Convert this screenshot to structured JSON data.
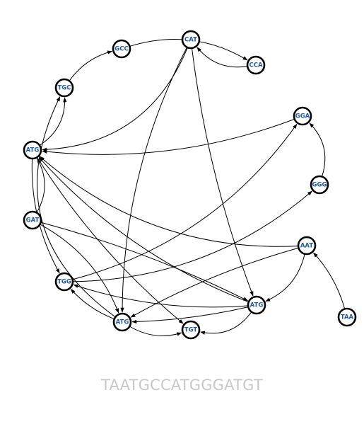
{
  "graph": {
    "nodes": [
      {
        "id": "GCC",
        "label": "GCC"
      },
      {
        "id": "CAT",
        "label": "CAT"
      },
      {
        "id": "CCA",
        "label": "CCA"
      },
      {
        "id": "TGC",
        "label": "TGC"
      },
      {
        "id": "GGA",
        "label": "GGA"
      },
      {
        "id": "ATG1",
        "label": "ATG"
      },
      {
        "id": "GGG",
        "label": "GGG"
      },
      {
        "id": "GAT",
        "label": "GAT"
      },
      {
        "id": "AAT",
        "label": "AAT"
      },
      {
        "id": "TGG",
        "label": "TGG"
      },
      {
        "id": "ATG3",
        "label": "ATG"
      },
      {
        "id": "ATG2",
        "label": "ATG"
      },
      {
        "id": "TGT",
        "label": "TGT"
      },
      {
        "id": "TAA",
        "label": "TAA"
      }
    ],
    "edges": [
      {
        "from": "TGC",
        "to": "GCC"
      },
      {
        "from": "GCC",
        "to": "CCA"
      },
      {
        "from": "CCA",
        "to": "CAT"
      },
      {
        "from": "CAT",
        "to": "ATG1"
      },
      {
        "from": "CAT",
        "to": "ATG2"
      },
      {
        "from": "CAT",
        "to": "ATG3"
      },
      {
        "from": "ATG1",
        "to": "TGC"
      },
      {
        "from": "ATG1",
        "to": "TGG"
      },
      {
        "from": "ATG1",
        "to": "TGT"
      },
      {
        "from": "ATG2",
        "to": "TGC"
      },
      {
        "from": "ATG2",
        "to": "TGG"
      },
      {
        "from": "ATG2",
        "to": "TGT"
      },
      {
        "from": "ATG3",
        "to": "ATG1"
      },
      {
        "from": "ATG3",
        "to": "TGG"
      },
      {
        "from": "ATG3",
        "to": "TGT"
      },
      {
        "from": "ATG3",
        "to": "ATG2"
      },
      {
        "from": "TGG",
        "to": "GGA"
      },
      {
        "from": "TGG",
        "to": "GGG"
      },
      {
        "from": "GGG",
        "to": "GGA"
      },
      {
        "from": "GGA",
        "to": "ATG1"
      },
      {
        "from": "GAT",
        "to": "ATG1"
      },
      {
        "from": "GAT",
        "to": "ATG2"
      },
      {
        "from": "GAT",
        "to": "ATG3"
      },
      {
        "from": "AAT",
        "to": "ATG1"
      },
      {
        "from": "AAT",
        "to": "ATG2"
      },
      {
        "from": "AAT",
        "to": "ATG3"
      },
      {
        "from": "TAA",
        "to": "AAT"
      }
    ]
  },
  "sequence": "TAATGCCATGGGATGT"
}
